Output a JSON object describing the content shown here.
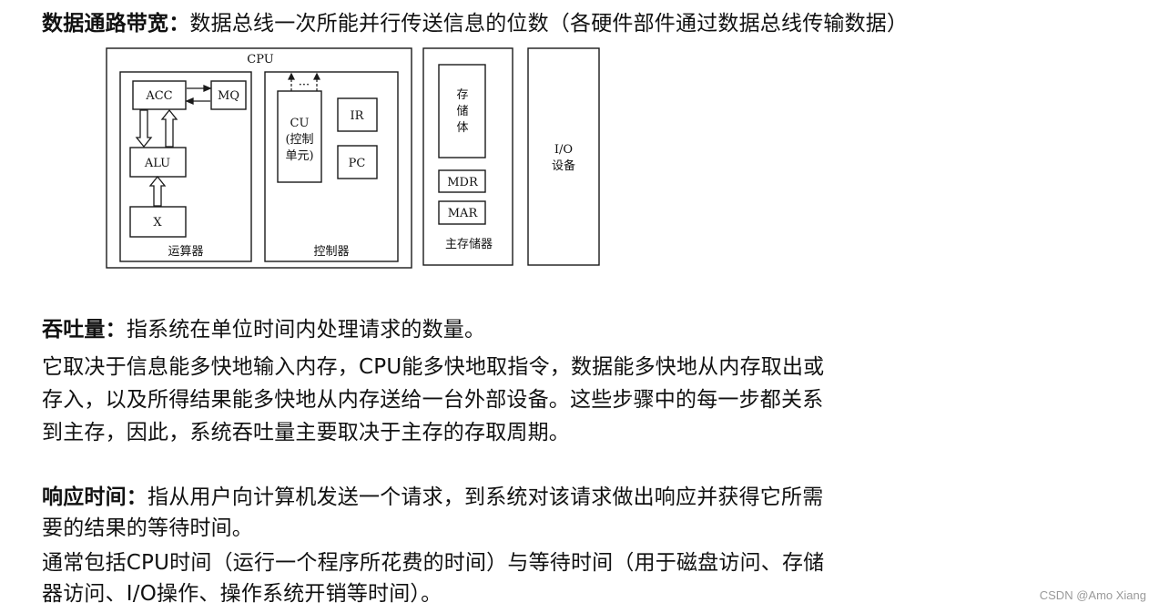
{
  "sections": {
    "bandwidth": {
      "term": "数据通路带宽：",
      "definition": "数据总线一次所能并行传送信息的位数（各硬件部件通过数据总线传输数据）"
    },
    "throughput": {
      "term": "吞吐量：",
      "definition": "指系统在单位时间内处理请求的数量。",
      "lines": [
        "它取决于信息能多快地输入内存，CPU能多快地取指令，数据能多快地从内存取出或",
        "存入，以及所得结果能多快地从内存送给一台外部设备。这些步骤中的每一步都关系",
        "到主存，因此，系统吞吐量主要取决于主存的存取周期。"
      ]
    },
    "response": {
      "term": "响应时间：",
      "definition": "指从用户向计算机发送一个请求，到系统对该请求做出响应并获得它所需",
      "lines": [
        "要的结果的等待时间。",
        "通常包括CPU时间（运行一个程序所花费的时间）与等待时间（用于磁盘访问、存储",
        "器访问、I/O操作、操作系统开销等时间）。"
      ]
    }
  },
  "diagram": {
    "cpu": "CPU",
    "acc": "ACC",
    "mq": "MQ",
    "alu": "ALU",
    "x": "X",
    "alu_unit": "运算器",
    "cu_lines": [
      "CU",
      "(控制",
      "单元)"
    ],
    "cu_dots": "···",
    "ir": "IR",
    "pc": "PC",
    "control_unit": "控制器",
    "storage_body": [
      "存",
      "储",
      "体"
    ],
    "mdr": "MDR",
    "mar": "MAR",
    "main_memory": "主存储器",
    "io": [
      "I/O",
      "设备"
    ]
  },
  "watermark": "CSDN @Amo Xiang"
}
